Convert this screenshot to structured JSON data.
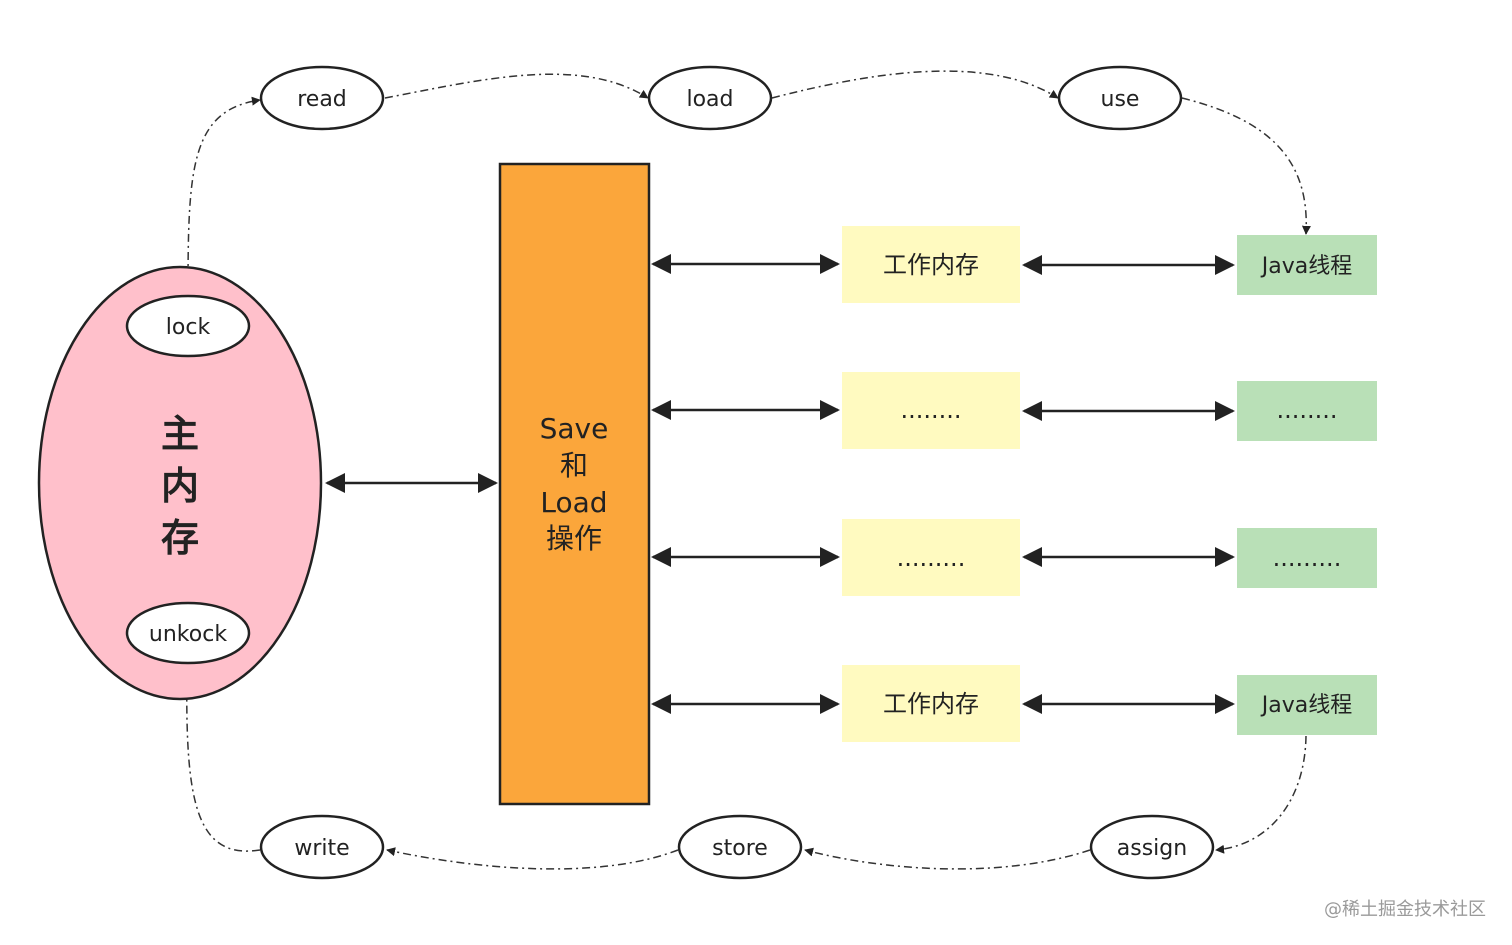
{
  "diagram": {
    "main_memory": {
      "label_chars": [
        "主",
        "内",
        "存"
      ],
      "fill": "#ffc0cb",
      "stroke": "#222222"
    },
    "operations": {
      "read": "read",
      "load": "load",
      "use": "use",
      "lock": "lock",
      "unlock": "unkock",
      "write": "write",
      "store": "store",
      "assign": "assign"
    },
    "center_block": {
      "lines": [
        "Save",
        "和",
        "Load",
        "操作"
      ],
      "fill": "#fba63b",
      "stroke": "#222222"
    },
    "working_memory": [
      "工作内存",
      "........",
      ".........",
      "工作内存"
    ],
    "working_memory_fill": "#fffac0",
    "threads": [
      "Java线程",
      "........",
      ".........",
      "Java线程"
    ],
    "thread_fill": "#b9e0b7"
  },
  "watermark": "@稀土掘金技术社区"
}
